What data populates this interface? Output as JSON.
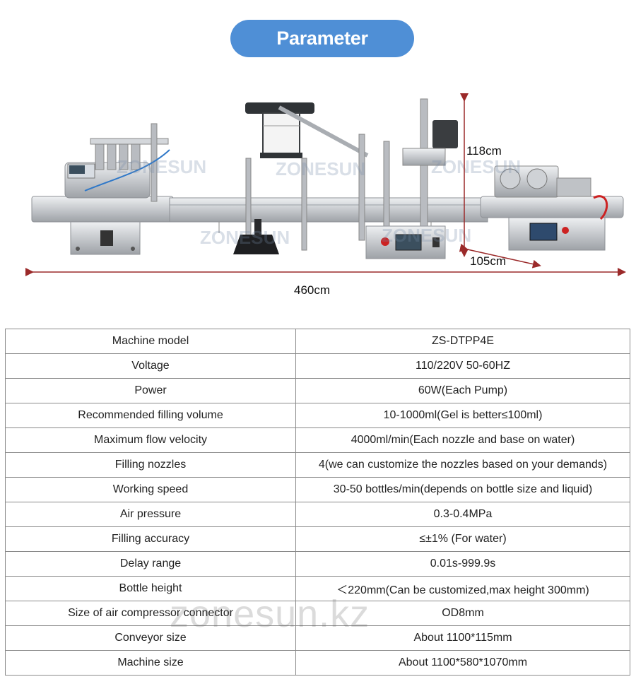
{
  "header": {
    "title": "Parameter"
  },
  "figure": {
    "watermark": "ZONESUN",
    "dims": {
      "height": "118cm",
      "depth": "105cm",
      "length": "460cm"
    }
  },
  "spec_table": {
    "rows": [
      {
        "label": "Machine model",
        "value": "ZS-DTPP4E"
      },
      {
        "label": "Voltage",
        "value": "110/220V 50-60HZ"
      },
      {
        "label": "Power",
        "value": "60W(Each Pump)"
      },
      {
        "label": "Recommended filling volume",
        "value": "10-1000ml(Gel is better≤100ml)"
      },
      {
        "label": "Maximum flow velocity",
        "value": "4000ml/min(Each nozzle and base on water)"
      },
      {
        "label": "Filling nozzles",
        "value": "4(we can customize the nozzles based on your demands)"
      },
      {
        "label": "Working speed",
        "value": "30-50 bottles/min(depends on bottle size and liquid)"
      },
      {
        "label": "Air pressure",
        "value": "0.3-0.4MPa"
      },
      {
        "label": "Filling accuracy",
        "value": "≤±1% (For water)"
      },
      {
        "label": "Delay range",
        "value": "0.01s-999.9s"
      },
      {
        "label": "Bottle height",
        "value": "＜220mm(Can be customized,max height 300mm)"
      },
      {
        "label": "Size of air compressor connector",
        "value": "OD8mm"
      },
      {
        "label": "Conveyor size",
        "value": "About 1100*115mm"
      },
      {
        "label": "Machine size",
        "value": "About 1100*580*1070mm"
      }
    ]
  },
  "watermark_bottom": "zonesun.kz",
  "colors": {
    "accent": "#4f8fd6",
    "dimension_line": "#9b2a2a",
    "steel": "#c9ccd0"
  }
}
